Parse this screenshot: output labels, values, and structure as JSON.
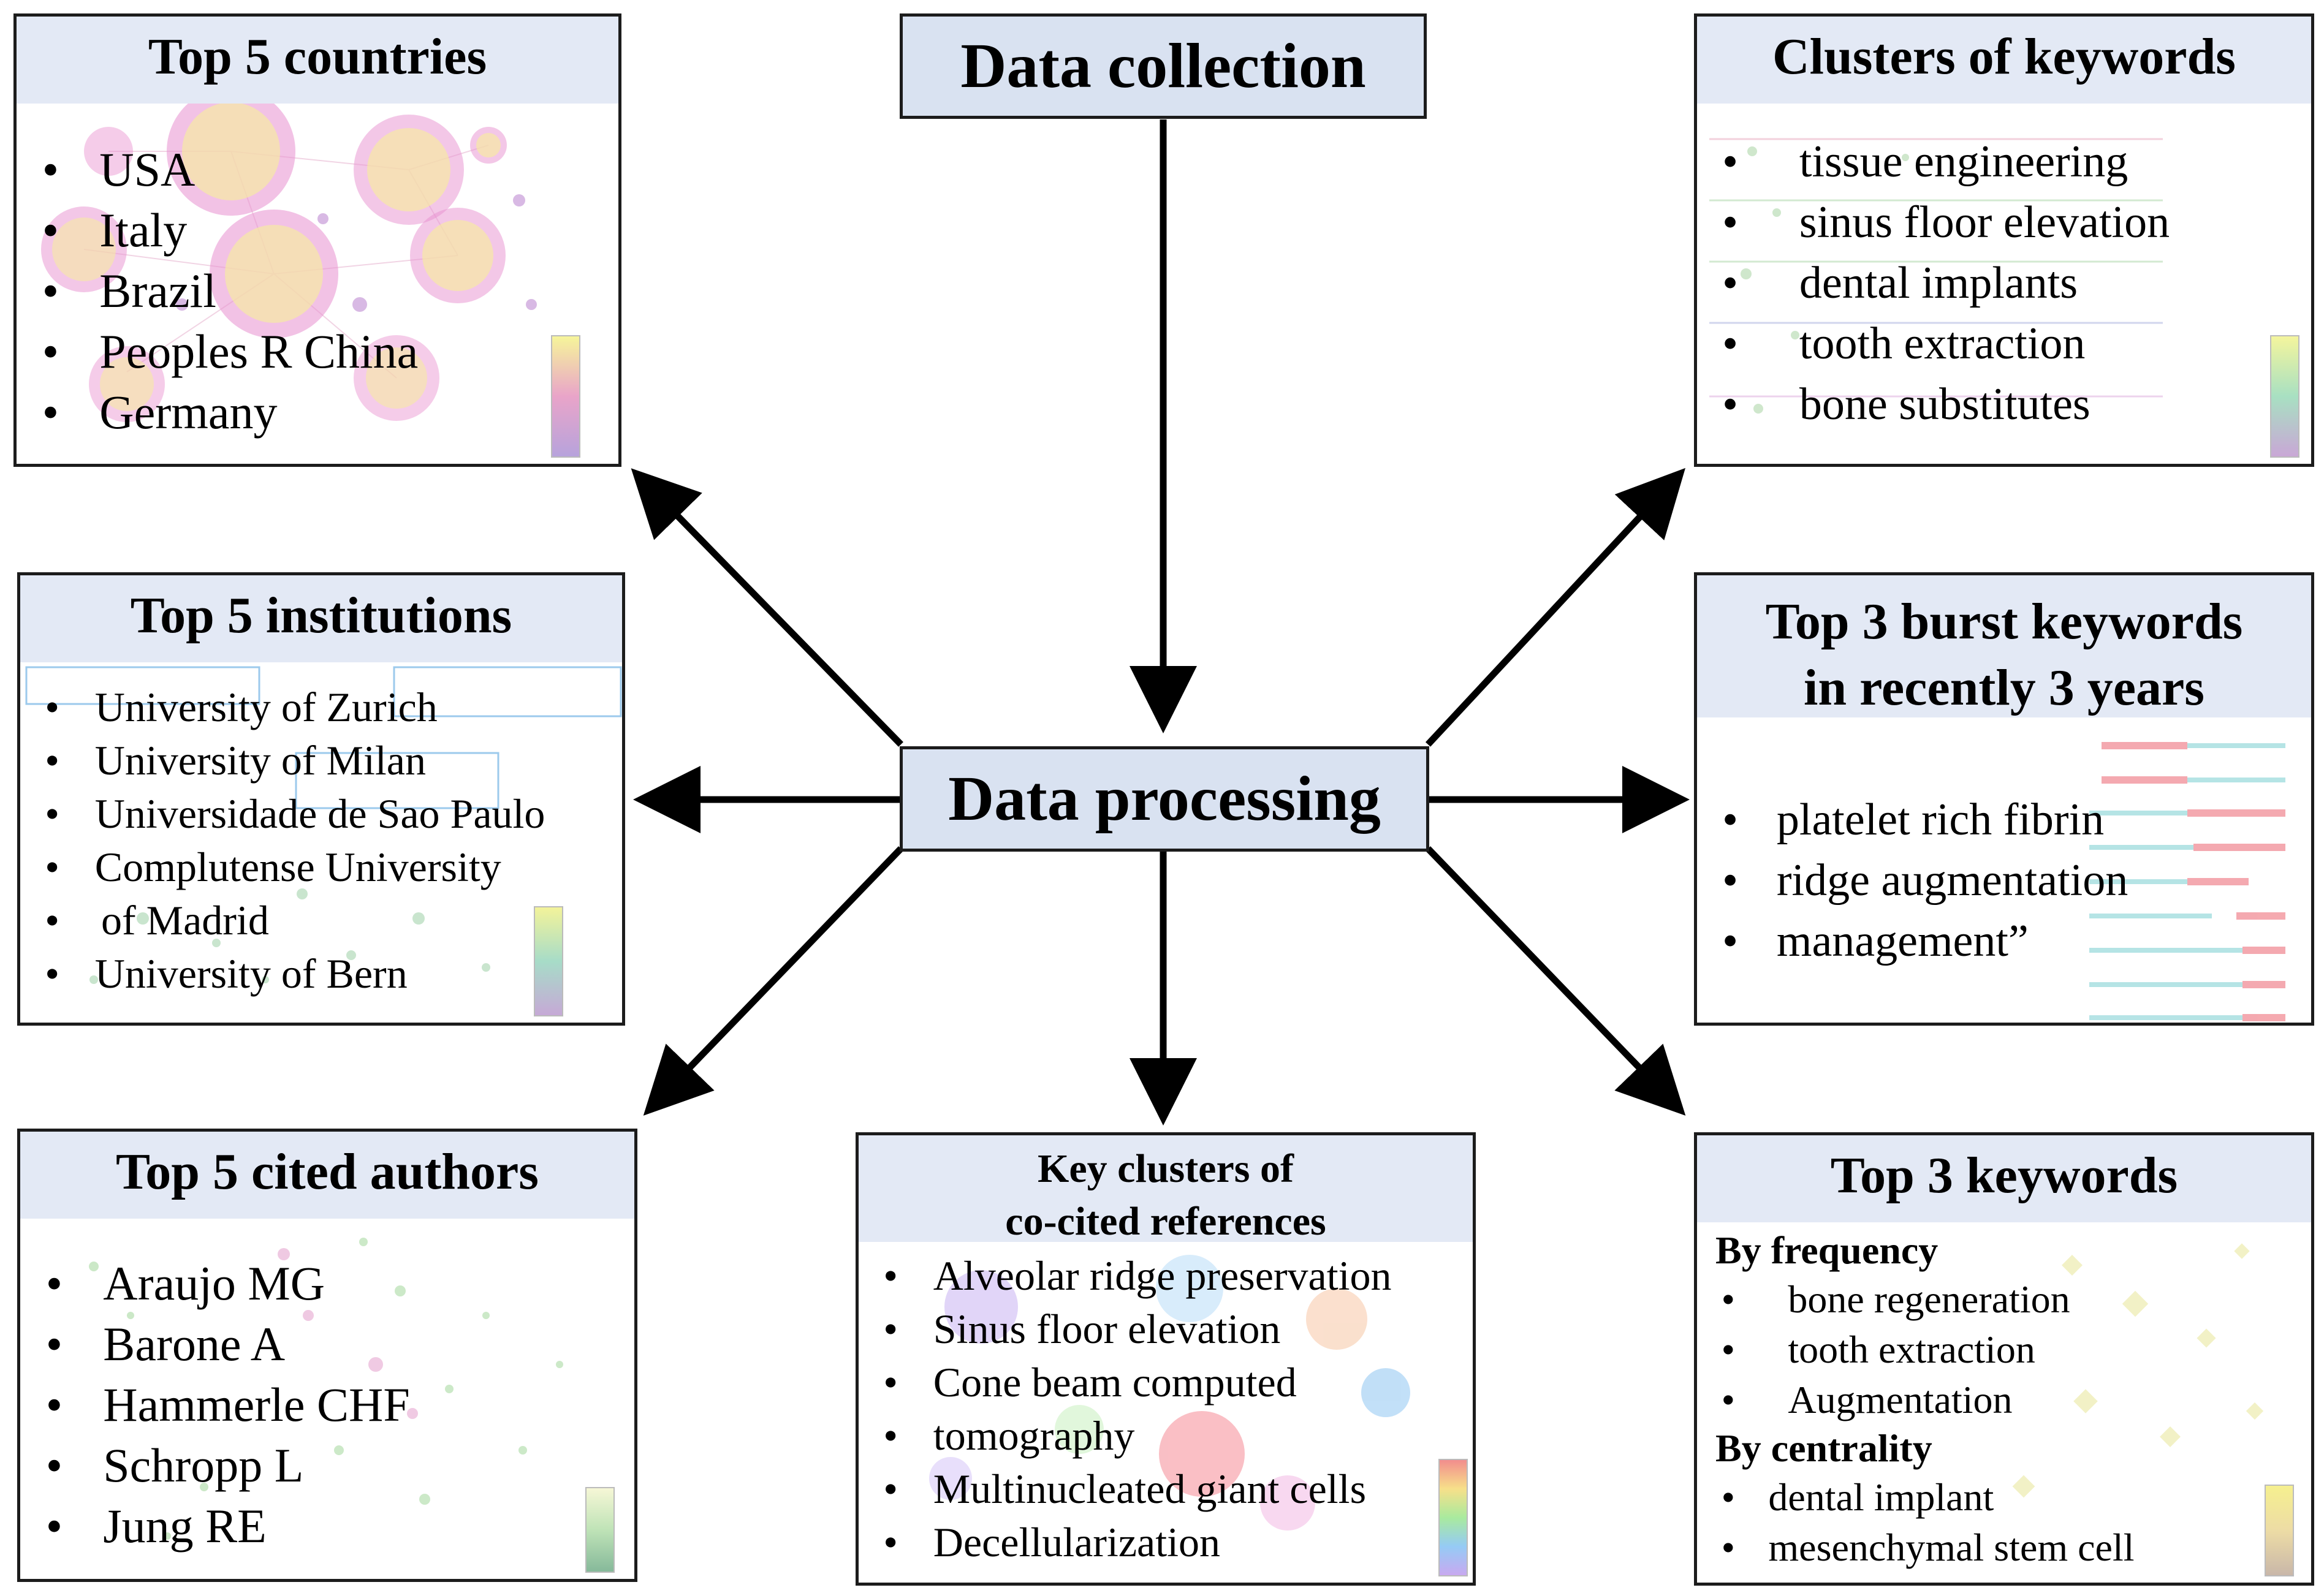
{
  "center": {
    "collection": "Data collection",
    "processing": "Data processing"
  },
  "countries": {
    "title": "Top 5 countries",
    "items": [
      "USA",
      "Italy",
      "Brazil",
      "Peoples R China",
      "Germany"
    ]
  },
  "institutions": {
    "title": "Top 5 institutions",
    "items": [
      "University of Zurich",
      "University of Milan",
      "Universidade de Sao Paulo",
      "Complutense University",
      "of Madrid",
      "University of Bern"
    ]
  },
  "authors": {
    "title": "Top 5 cited authors",
    "items": [
      "Araujo MG",
      "Barone A",
      "Hammerle CHF",
      "Schropp L",
      "Jung RE"
    ]
  },
  "references": {
    "title_line1": "Key clusters of",
    "title_line2": "co-cited references",
    "items": [
      "Alveolar ridge preservation",
      "Sinus floor elevation",
      "Cone beam computed",
      "tomography",
      "Multinucleated giant cells",
      "Decellularization"
    ]
  },
  "keyword_clusters": {
    "title": "Clusters of keywords",
    "items": [
      "tissue engineering",
      "sinus floor elevation",
      "dental implants",
      "tooth extraction",
      "bone substitutes"
    ]
  },
  "burst": {
    "title_line1": "Top 3 burst keywords",
    "title_line2": "in recently 3 years",
    "items": [
      "platelet rich fibrin",
      "ridge augmentation",
      "management”"
    ]
  },
  "top_keywords": {
    "title": "Top 3 keywords",
    "by_frequency": "By frequency",
    "frequency_items": [
      "bone regeneration",
      "tooth extraction",
      "Augmentation"
    ],
    "by_centrality": "By centrality",
    "centrality_items": [
      "dental implant",
      "mesenchymal stem cell"
    ]
  },
  "colors": {
    "header_fill": "#e3e9f5",
    "center_fill": "#d9e2f1",
    "border": "#1c1c1c",
    "arrow": "#000000"
  }
}
